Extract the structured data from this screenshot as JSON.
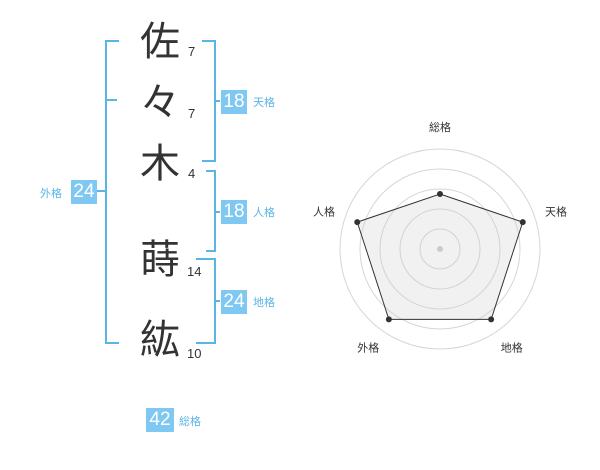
{
  "name": {
    "chars": [
      {
        "char": "佐",
        "strokes": "7"
      },
      {
        "char": "々",
        "strokes": "7"
      },
      {
        "char": "木",
        "strokes": "4"
      },
      {
        "char": "蒔",
        "strokes": "14"
      },
      {
        "char": "紘",
        "strokes": "10"
      }
    ]
  },
  "kaku": {
    "tenkaku": {
      "label": "天格",
      "value": "18"
    },
    "jinkaku": {
      "label": "人格",
      "value": "18"
    },
    "chikaku": {
      "label": "地格",
      "value": "24"
    },
    "gaikaku": {
      "label": "外格",
      "value": "24"
    },
    "soukaku": {
      "label": "総格",
      "value": "42"
    }
  },
  "colors": {
    "accent": "#7fc8f2",
    "bracket": "#5ab4e6",
    "text": "#333333"
  },
  "chart_data": {
    "type": "radar",
    "axes": [
      "総格",
      "天格",
      "地格",
      "外格",
      "人格"
    ],
    "values": [
      0.55,
      0.87,
      0.87,
      0.87,
      0.87
    ],
    "rmax": 1,
    "rings": 4,
    "grid": true
  }
}
